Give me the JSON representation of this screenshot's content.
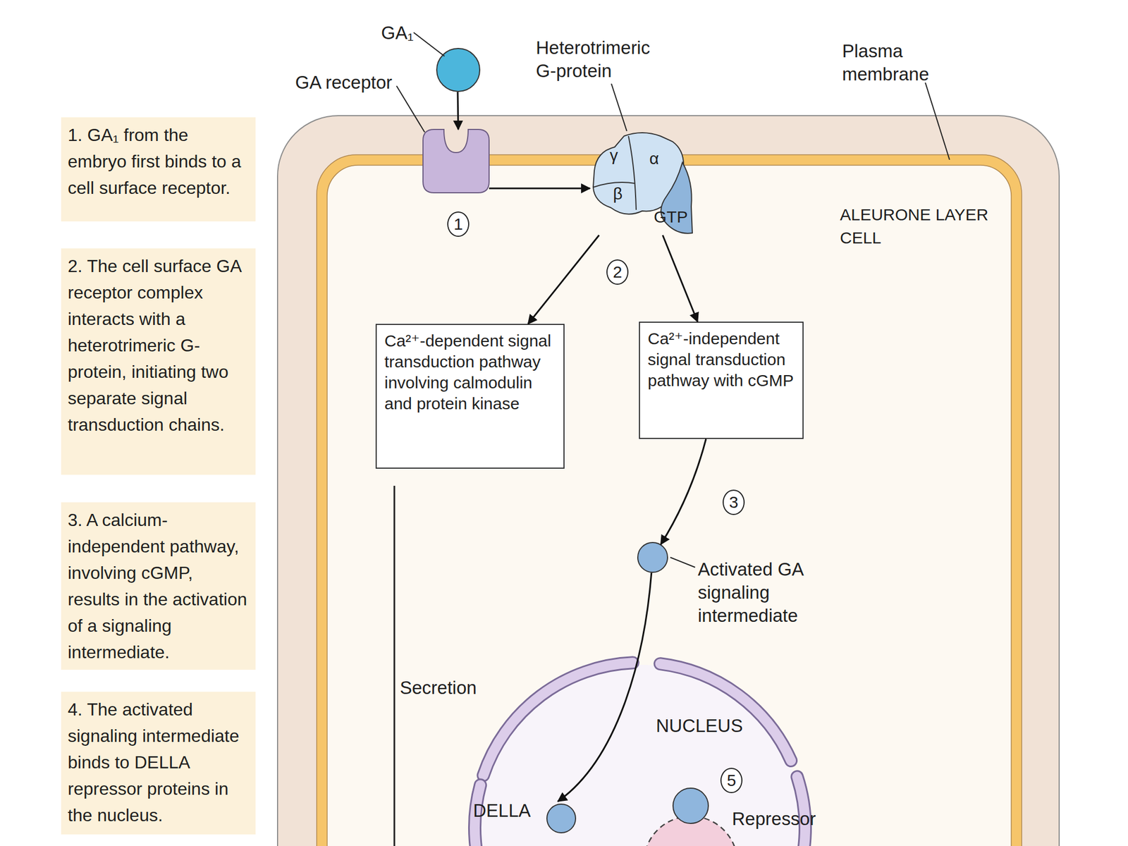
{
  "diagram": {
    "nodes": [
      {
        "text": [
          "1. GA₁ from the embryo first binds to a cell surface receptor."
        ]
      },
      {
        "text": [
          "2. The cell surface GA receptor complex interacts with a heterotrimeric G-protein, initiating two separate signal transduction chains."
        ]
      },
      {
        "text": [
          "3. A calcium-independent pathway, involving cGMP, results in the activation of a signaling intermediate."
        ]
      },
      {
        "text": [
          "4. The activated signaling intermediate binds to DELLA repressor proteins in the nucleus."
        ]
      },
      {
        "text": [
          "ALEURONE LAYER CELL"
        ]
      },
      {
        "text": [
          "GA₁"
        ]
      },
      {
        "text": [
          "GA receptor"
        ],
        "in": 4
      },
      {
        "text": [
          "γ",
          "α",
          "β",
          "GTP"
        ],
        "in": 4
      },
      {
        "text": [
          "Ca²⁺-dependent signal transduction pathway involving calmodulin and protein kinase"
        ],
        "in": 4
      },
      {
        "text": [
          "Ca²⁺-independent signal transduction pathway with cGMP"
        ],
        "in": 4
      },
      {
        "text": [
          "Activated GA signaling intermediate"
        ],
        "in": 4
      },
      {
        "text": [
          "NUCLEUS"
        ],
        "in": 4
      },
      {
        "text": [
          "DELLA"
        ],
        "in": 11
      }
    ],
    "edges": [
      {
        "from": 5,
        "to": 6,
        "arrow": "to"
      },
      {
        "from": 6,
        "to": 7,
        "arrow": "to"
      },
      {
        "from": 7,
        "to": 8,
        "arrow": "to"
      },
      {
        "from": 7,
        "to": 9,
        "arrow": "to"
      },
      {
        "from": 9,
        "to": 10,
        "arrow": "to"
      },
      {
        "from": 10,
        "to": 12,
        "arrow": "to"
      }
    ],
    "labels": [
      "Heterotrimeric G-protein",
      "Plasma membrane",
      "1",
      "2",
      "3",
      "Secretion",
      "5",
      "Repressor"
    ]
  }
}
